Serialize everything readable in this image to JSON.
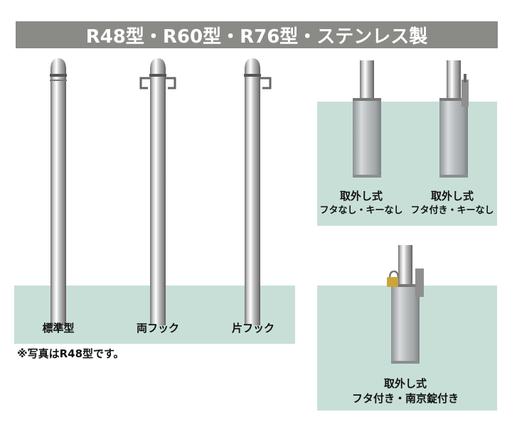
{
  "header": {
    "title": "R48型・R60型・R76型・ステンレス製"
  },
  "variants": {
    "standard": {
      "label": "標準型"
    },
    "double_hook": {
      "label": "両フック"
    },
    "single_hook": {
      "label": "片フック"
    }
  },
  "removable": {
    "no_lid": {
      "label_line1": "取外し式",
      "label_line2": "フタなし・キーなし"
    },
    "with_lid": {
      "label_line1": "取外し式",
      "label_line2": "フタ付き・キーなし"
    },
    "lid_lock": {
      "label_line1": "取外し式",
      "label_line2": "フタ付き・南京錠付き"
    }
  },
  "footnote": {
    "text": "※写真はR48型です。"
  },
  "colors": {
    "banner": "#8a8a86",
    "ground": "#c8dfd8"
  }
}
